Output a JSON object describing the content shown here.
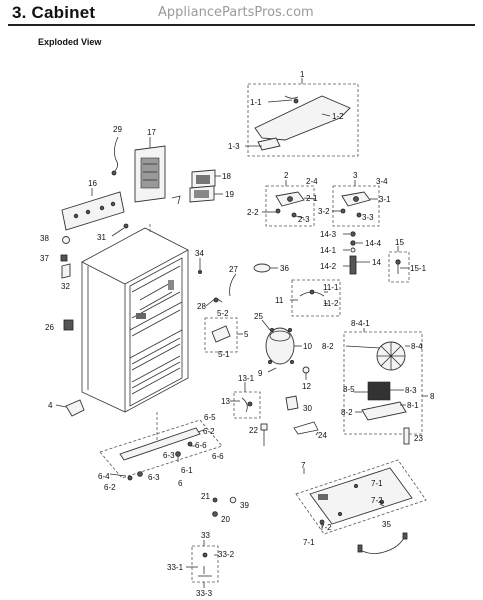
{
  "header": {
    "section_title": "3.  Cabinet",
    "watermark": "AppliancePartsPros.com"
  },
  "subtitle": "Exploded View",
  "callouts": {
    "c1": "1",
    "c1_1": "1-1",
    "c1_2": "1-2",
    "c1_3": "1-3",
    "c2": "2",
    "c2_1": "2-1",
    "c2_2": "2-2",
    "c2_3": "2-3",
    "c2_4": "2-4",
    "c3": "3",
    "c3_1": "3-1",
    "c3_2": "3-2",
    "c3_3": "3-3",
    "c3_4": "3-4",
    "c4": "4",
    "c5": "5",
    "c5_1": "5-1",
    "c5_2": "5-2",
    "c6": "6",
    "c6_1": "6-1",
    "c6_2a": "6-2",
    "c6_2b": "6-2",
    "c6_3a": "6-3",
    "c6_3b": "6-3",
    "c6_4": "6-4",
    "c6_5": "6-5",
    "c6_6a": "6-6",
    "c6_6b": "6-6",
    "c7": "7",
    "c7_1a": "7-1",
    "c7_1b": "7-1",
    "c7_2a": "7-2",
    "c7_2b": "7-2",
    "c8": "8",
    "c8_1": "8-1",
    "c8_2a": "8-2",
    "c8_2b": "8-2",
    "c8_3": "8-3",
    "c8_4": "8-4",
    "c8_4_1": "8-4-1",
    "c8_5": "8-5",
    "c9": "9",
    "c10": "10",
    "c11": "11",
    "c11_1": "11-1",
    "c11_2": "11-2",
    "c12": "12",
    "c13": "13",
    "c13_1": "13-1",
    "c14": "14",
    "c14_1": "14-1",
    "c14_2": "14-2",
    "c14_3": "14-3",
    "c14_4": "14-4",
    "c15": "15",
    "c15_1": "15-1",
    "c16": "16",
    "c17": "17",
    "c18": "18",
    "c19": "19",
    "c20": "20",
    "c21": "21",
    "c22": "22",
    "c23": "23",
    "c24": "24",
    "c25": "25",
    "c26": "26",
    "c27": "27",
    "c28": "28",
    "c29": "29",
    "c30": "30",
    "c31": "31",
    "c32": "32",
    "c33": "33",
    "c33_1": "33-1",
    "c33_2": "33-2",
    "c33_3": "33-3",
    "c34": "34",
    "c35": "35",
    "c36": "36",
    "c37": "37",
    "c38": "38",
    "c39": "39"
  }
}
